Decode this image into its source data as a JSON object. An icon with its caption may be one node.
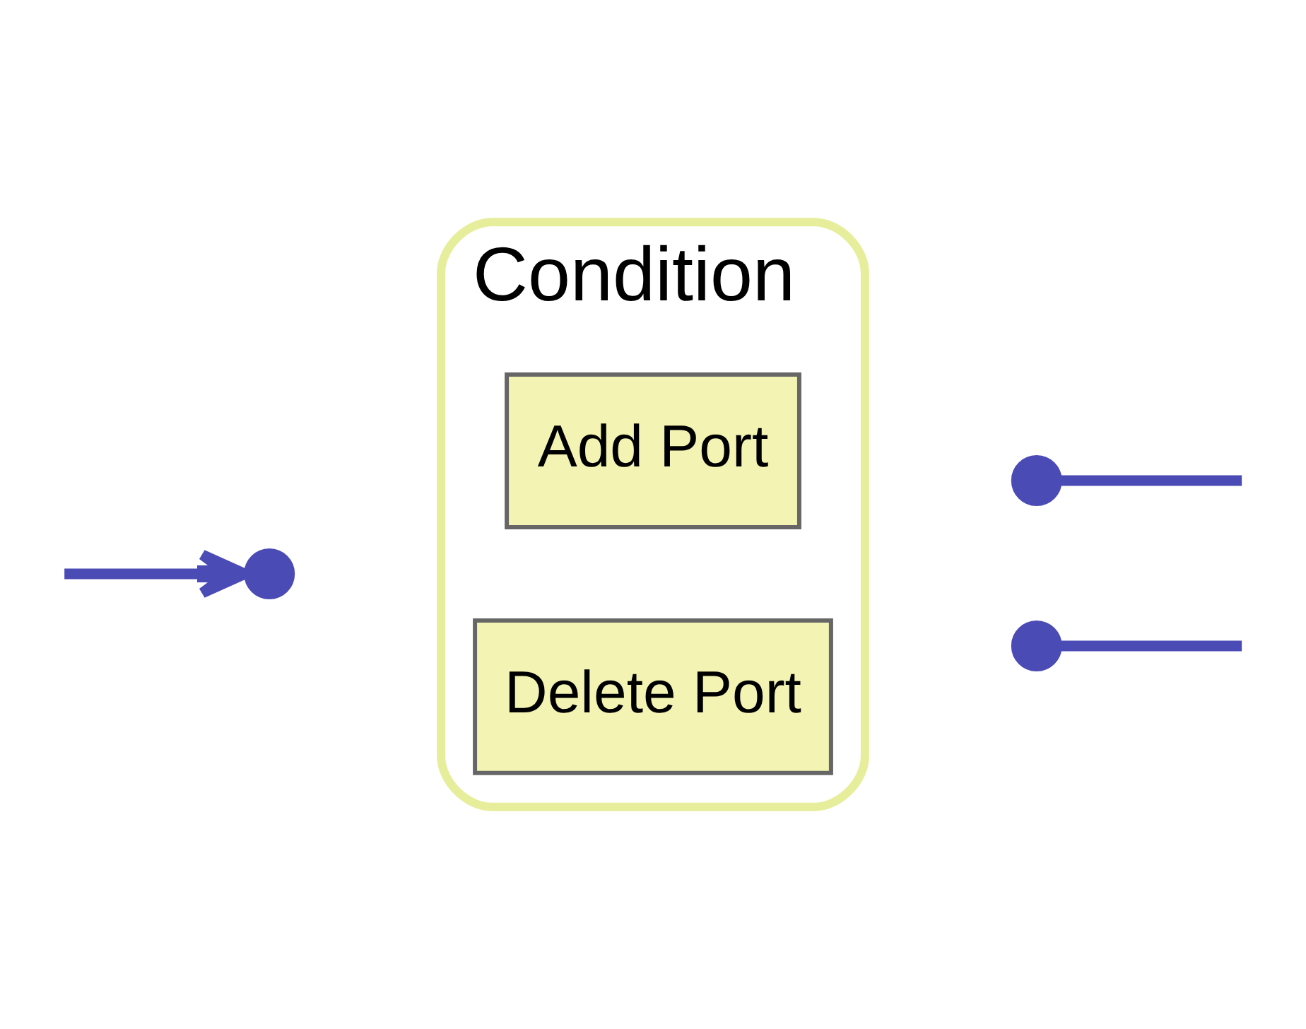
{
  "diagram": {
    "nodes": [
      {
        "text": [
          "Condition"
        ]
      },
      {
        "text": [],
        "shape": "circle"
      },
      {
        "text": [],
        "shape": "circle"
      },
      {
        "text": [],
        "shape": "circle"
      },
      {
        "text": [
          "Add Port"
        ],
        "in": 0
      },
      {
        "text": [
          "Delete Port"
        ],
        "in": 0
      }
    ],
    "edges": [
      {
        "from": null,
        "to": 1,
        "arrow": "to"
      },
      {
        "from": 2,
        "to": null,
        "arrow": "none"
      },
      {
        "from": 3,
        "to": null,
        "arrow": "none"
      }
    ]
  }
}
